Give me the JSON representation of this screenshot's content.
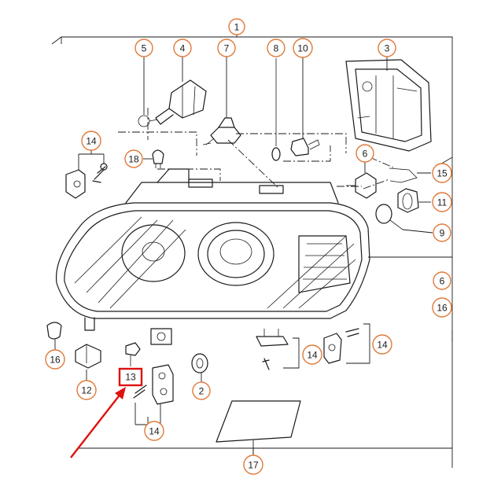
{
  "accent_color": "#e07a3a",
  "highlight_color": "#e01010",
  "line_color": "#1a1a1a",
  "callouts": [
    {
      "id": "c1",
      "label": "1"
    },
    {
      "id": "c5",
      "label": "5"
    },
    {
      "id": "c4",
      "label": "4"
    },
    {
      "id": "c7",
      "label": "7"
    },
    {
      "id": "c8",
      "label": "8"
    },
    {
      "id": "c10",
      "label": "10"
    },
    {
      "id": "c3",
      "label": "3"
    },
    {
      "id": "c14a",
      "label": "14"
    },
    {
      "id": "c18",
      "label": "18"
    },
    {
      "id": "c6a",
      "label": "6"
    },
    {
      "id": "c15",
      "label": "15"
    },
    {
      "id": "c11",
      "label": "11"
    },
    {
      "id": "c9",
      "label": "9"
    },
    {
      "id": "c6b",
      "label": "6"
    },
    {
      "id": "c16b",
      "label": "16"
    },
    {
      "id": "c16a",
      "label": "16"
    },
    {
      "id": "c12",
      "label": "12"
    },
    {
      "id": "c2",
      "label": "2"
    },
    {
      "id": "c14b",
      "label": "14"
    },
    {
      "id": "c14c",
      "label": "14"
    },
    {
      "id": "c14d",
      "label": "14"
    },
    {
      "id": "c17",
      "label": "17"
    }
  ],
  "highlighted_callout": {
    "label": "13"
  }
}
